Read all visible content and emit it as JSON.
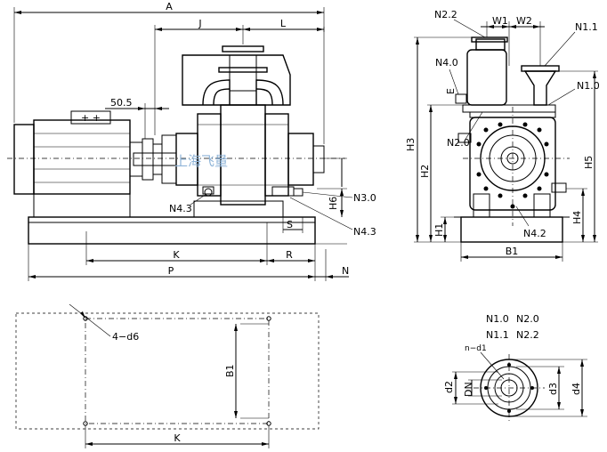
{
  "labels": {
    "A": "A",
    "J": "J",
    "L": "L",
    "dim_50_5": "50.5",
    "K_front": "K",
    "R": "R",
    "P": "P",
    "N": "N",
    "S": "S",
    "H6": "H6",
    "N3_0": "N3.0",
    "N4_3_left": "N4.3",
    "N4_3_right": "N4.3",
    "motor_plus": "+ +",
    "N2_2_side": "N2.2",
    "W1": "W1",
    "W2": "W2",
    "N1_1_side": "N1.1",
    "N4_0": "N4.0",
    "E": "E",
    "N1_0_side": "N1.0",
    "N2_0_side": "N2.0",
    "H3": "H3",
    "H2": "H2",
    "H1": "H1",
    "H5": "H5",
    "H4": "H4",
    "N4_2": "N4.2",
    "B1_side": "B1",
    "hole_label": "4−d6",
    "B1_plan": "B1",
    "K_plan": "K",
    "flange_N1_0": "N1.0",
    "flange_N2_0": "N2.0",
    "flange_N1_1": "N1.1",
    "flange_N2_2": "N2.2",
    "n_d1": "n−d1",
    "d2": "d2",
    "DN": "DN",
    "d3": "d3",
    "d4": "d4",
    "watermark": "上海飞量"
  }
}
